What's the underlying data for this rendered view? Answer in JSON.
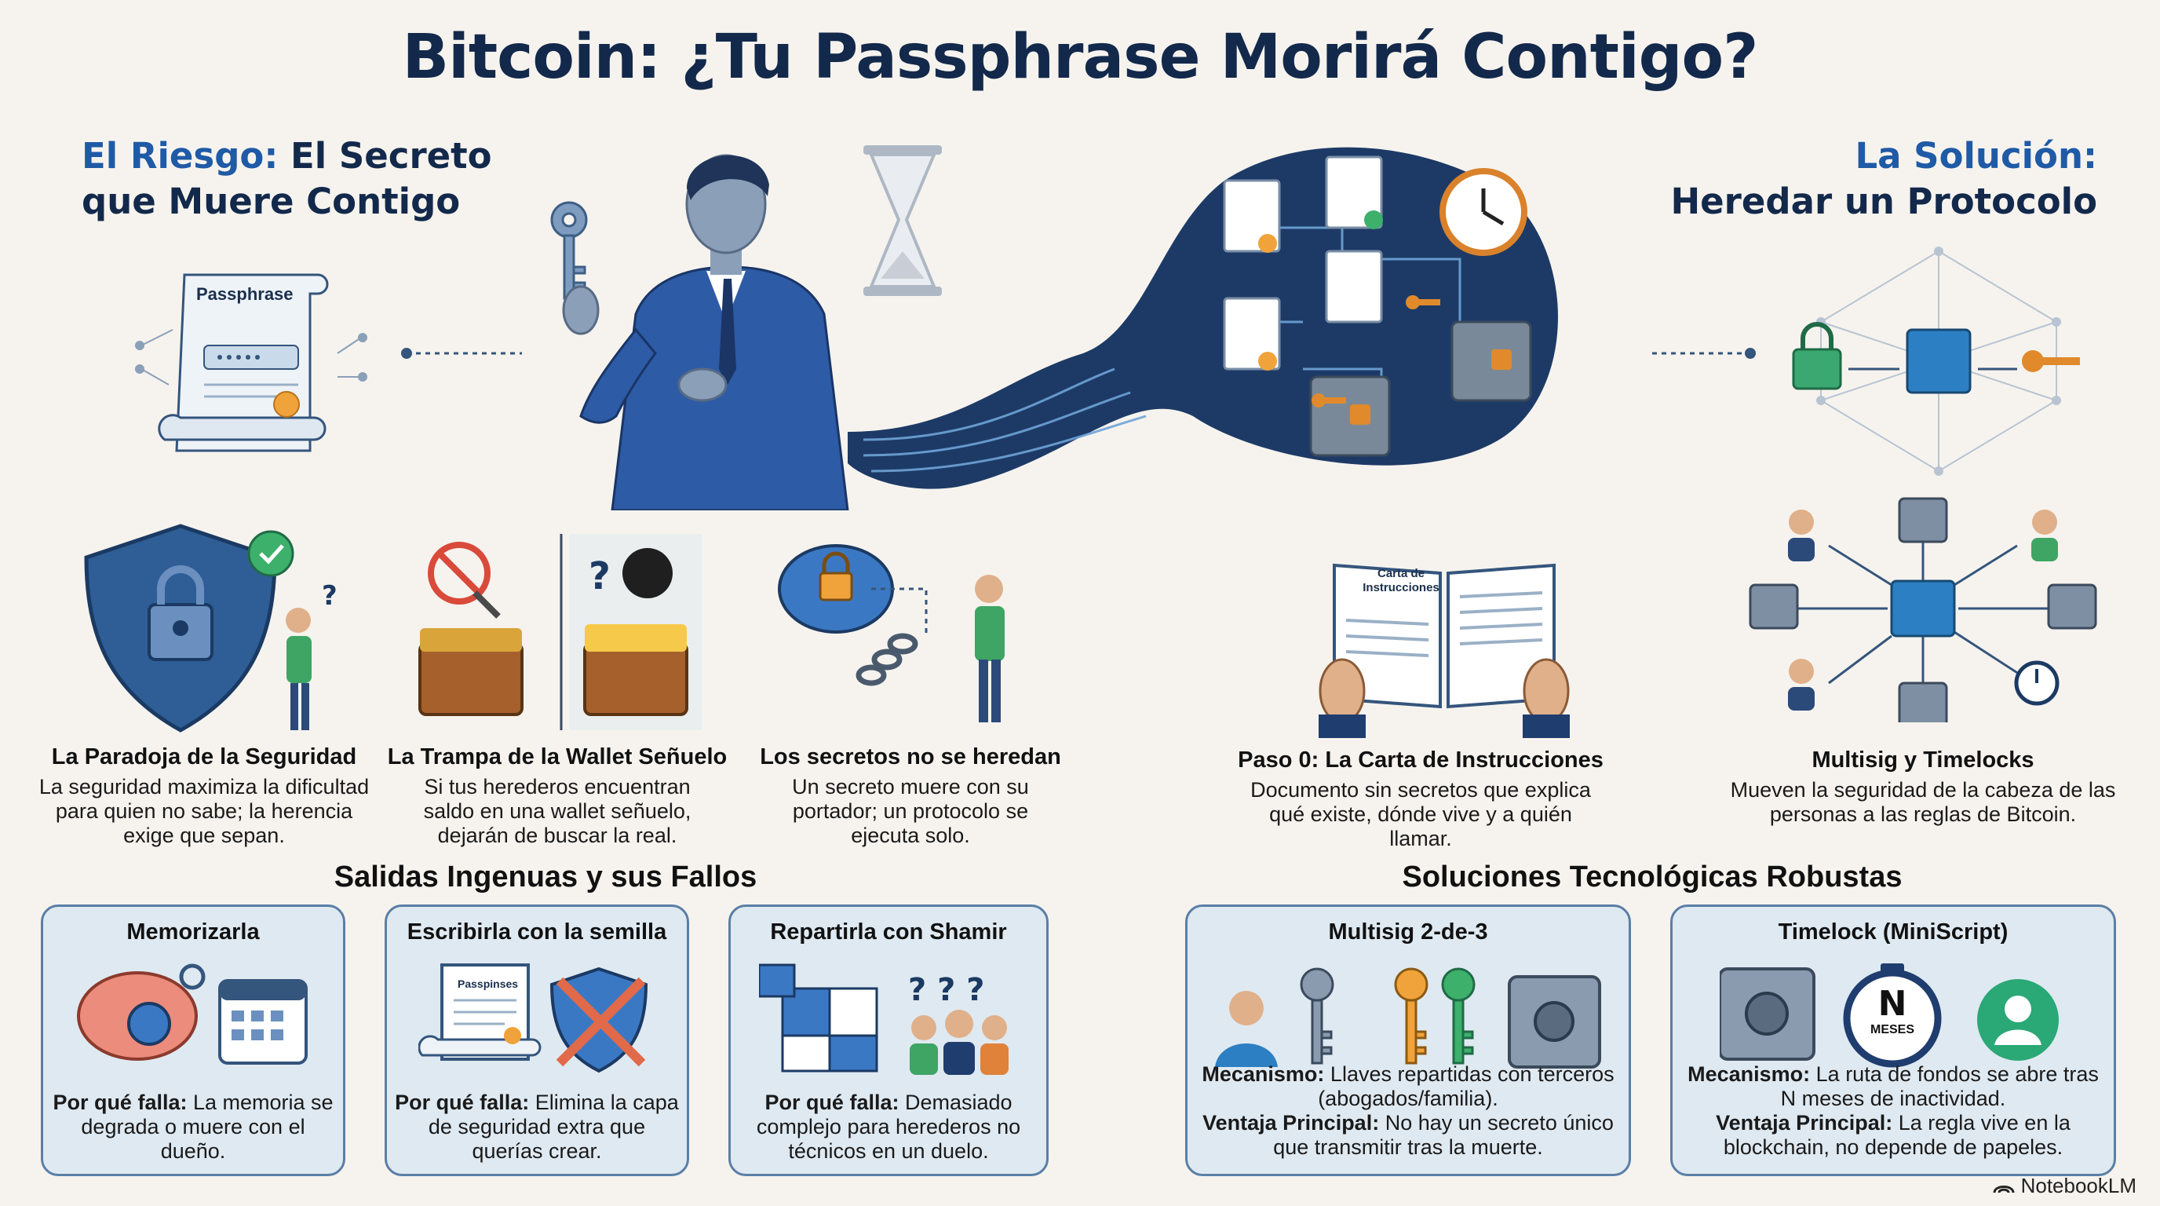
{
  "title": "Bitcoin: ¿Tu Passphrase Morirá Contigo?",
  "risk": {
    "accent": "El Riesgo:",
    "rest1": " El Secreto",
    "line2": "que Muere Contigo"
  },
  "solution": {
    "accent": "La Solución:",
    "line2": "Heredar un Protocolo"
  },
  "scroll_label": "Passphrase",
  "book_label": "Carta de Instrucciones",
  "cards": [
    {
      "title": "La Paradoja de la Seguridad",
      "text": "La seguridad maximiza la dificultad para quien no sabe; la herencia exige que sepan."
    },
    {
      "title": "La Trampa de la Wallet Señuelo",
      "text": "Si tus herederos encuentran saldo en una wallet señuelo, dejarán de buscar la real."
    },
    {
      "title": "Los secretos no se heredan",
      "text": "Un secreto muere con su portador; un protocolo se ejecuta solo."
    },
    {
      "title": "Paso 0: La Carta de Instrucciones",
      "text": "Documento sin secretos que explica qué existe, dónde vive y a quién llamar."
    },
    {
      "title": "Multisig y Timelocks",
      "text": "Mueven la seguridad de la cabeza de las personas a las reglas de Bitcoin."
    }
  ],
  "naive": {
    "title": "Salidas Ingenuas y sus Fallos",
    "fail_label": "Por qué falla:",
    "items": [
      {
        "title": "Memorizarla",
        "text": " La memoria se degrada o muere con el dueño."
      },
      {
        "title": "Escribirla con la semilla",
        "text": " Elimina la capa de seguridad extra que querías crear.",
        "paper_label": "Passpinses"
      },
      {
        "title": "Repartirla con Shamir",
        "text": " Demasiado complejo para herederos no técnicos en un duelo."
      }
    ]
  },
  "robust": {
    "title": "Soluciones Tecnológicas Robustas",
    "mech_label": "Mecanismo:",
    "adv_label": "Ventaja Principal:",
    "items": [
      {
        "title": "Multisig 2-de-3",
        "mech": " Llaves repartidas con terceros (abogados/familia).",
        "adv": " No hay un secreto único que transmitir tras la muerte."
      },
      {
        "title": "Timelock (MiniScript)",
        "mech": " La ruta de fondos se abre tras N meses de inactividad.",
        "adv": " La regla vive en la blockchain, no depende de papeles.",
        "clock_n": "N",
        "clock_label": "MESES"
      }
    ]
  },
  "brand": "NotebookLM",
  "colors": {
    "navy": "#13294b",
    "accent": "#1f5aa6",
    "box_bg": "#dfe9f1",
    "box_border": "#5a7fa6",
    "gold": "#e08a2c"
  }
}
